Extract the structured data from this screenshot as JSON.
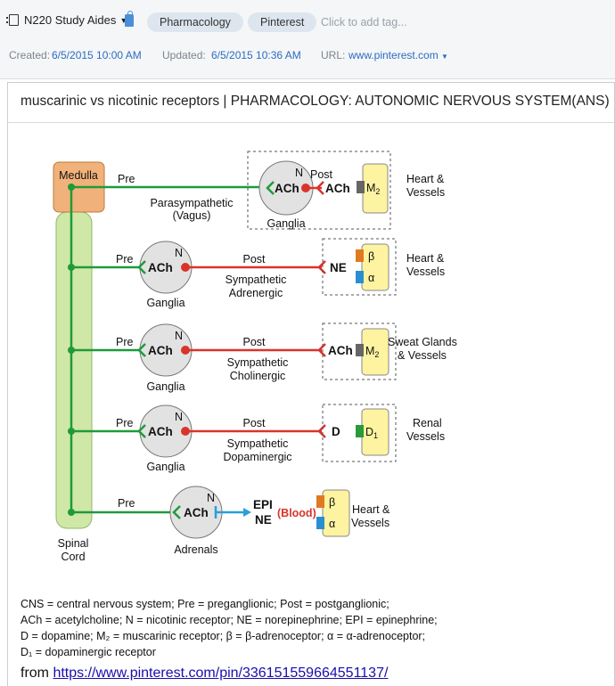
{
  "toolbar": {
    "notebook_name": "N220 Study Aides",
    "tags": [
      "Pharmacology",
      "Pinterest"
    ],
    "add_tag_placeholder": "Click to add tag..."
  },
  "meta": {
    "created_label": "Created:",
    "created_value": "6/5/2015 10:00 AM",
    "updated_label": "Updated:",
    "updated_value": "6/5/2015 10:36 AM",
    "url_label": "URL:",
    "url_value": "www.pinterest.com"
  },
  "note": {
    "title": "muscarinic vs nicotinic receptors | PHARMACOLOGY: AUTONOMIC NERVOUS SYSTEM(ANS)",
    "from_label": "from ",
    "from_link": "https://www.pinterest.com/pin/336151559664551137/"
  },
  "diagram": {
    "medulla": "Medulla",
    "spinal_cord": [
      "Spinal",
      "Cord"
    ],
    "pre": "Pre",
    "post": "Post",
    "ach": "ACh",
    "n": "N",
    "ganglia": "Ganglia",
    "parasympathetic": [
      "Parasympathetic",
      "(Vagus)"
    ],
    "m2": "M",
    "m2_sub": "2",
    "heart_vessels": [
      "Heart &",
      "Vessels"
    ],
    "ne": "NE",
    "beta": "β",
    "alpha": "α",
    "symp_adrenergic": [
      "Sympathetic",
      "Adrenergic"
    ],
    "symp_cholinergic": [
      "Sympathetic",
      "Cholinergic"
    ],
    "sweat_glands": [
      "Sweat Glands",
      "& Vessels"
    ],
    "d": "D",
    "d1": "D",
    "d1_sub": "1",
    "symp_dopaminergic": [
      "Sympathetic",
      "Dopaminergic"
    ],
    "renal": [
      "Renal",
      "Vessels"
    ],
    "adrenals": "Adrenals",
    "epi": "EPI",
    "blood": "(Blood)",
    "colors": {
      "pre": "#1f9a3a",
      "post": "#d9342b",
      "blood": "#2a9fd8",
      "medulla": "#f0b27a",
      "cord": "#cfe8a8",
      "receptor": "#fdf3a0"
    }
  },
  "legend": [
    "CNS = central nervous system; Pre = preganglionic; Post = postganglionic;",
    "ACh = acetylcholine; N = nicotinic receptor; NE = norepinephrine; EPI = epinephrine;",
    "D = dopamine; M₂ = muscarinic receptor; β = β-adrenoceptor; α = α-adrenoceptor;",
    "D₁ = dopaminergic receptor"
  ]
}
